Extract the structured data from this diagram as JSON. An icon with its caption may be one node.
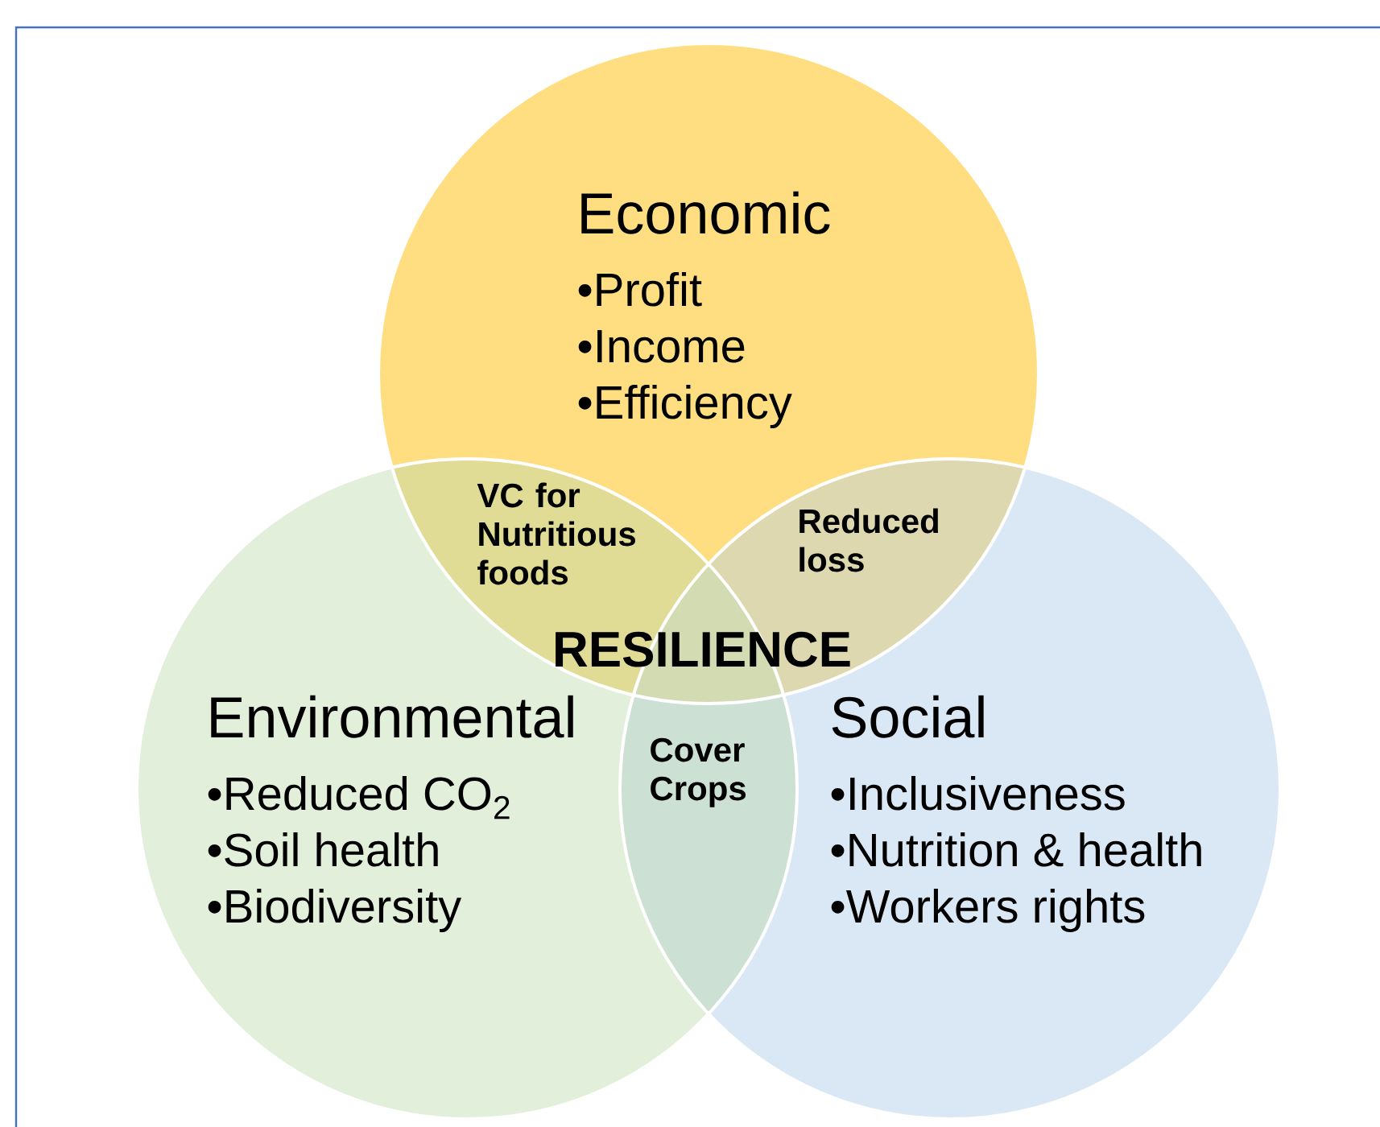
{
  "diagram": {
    "nodes": [
      {
        "text": [
          "Economic",
          "•Profit",
          "•Income",
          "•Efficiency"
        ]
      },
      {
        "text": [
          "Environmental",
          "•Reduced CO$_{2}$",
          "•Soil health",
          "•Biodiversity"
        ]
      },
      {
        "text": [
          "Social",
          "•Inclusiveness",
          "•Nutrition & health",
          "•Workers rights"
        ]
      }
    ],
    "labels": [
      "VC for Nutritious foods",
      "Reduced loss",
      "RESILIENCE",
      "Cover Crops"
    ]
  }
}
